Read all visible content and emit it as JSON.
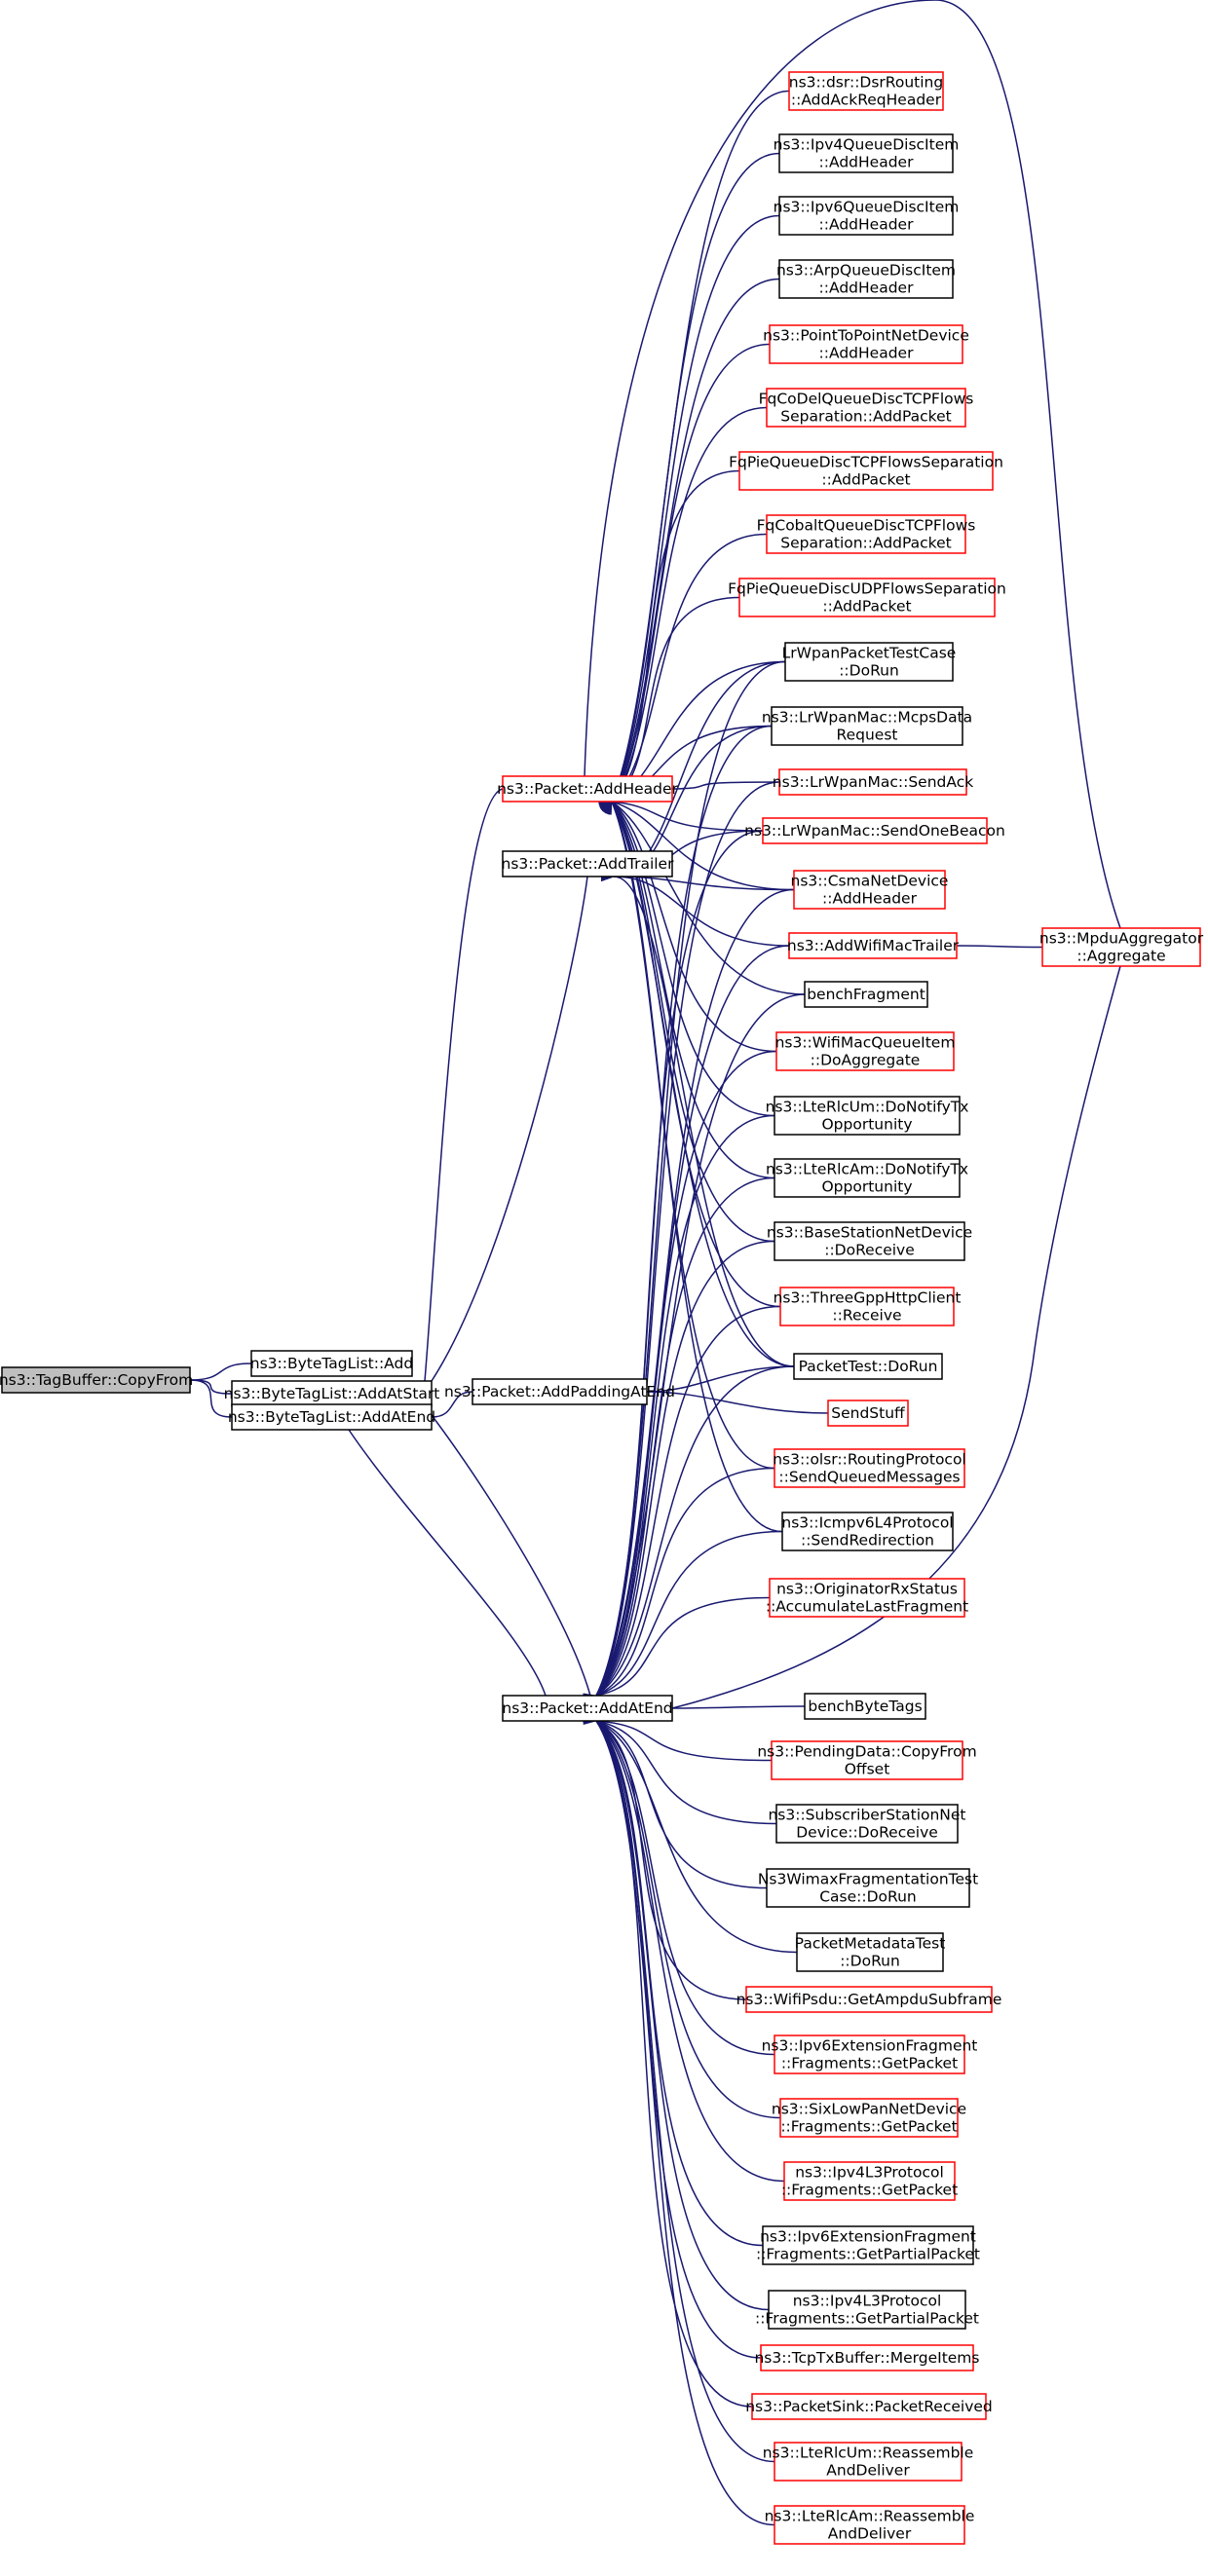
{
  "colors": {
    "edge": "#191970",
    "root_fill": "#bfbfbf",
    "black_border": "#000000",
    "red_border": "#ff0000"
  },
  "nodes": [
    {
      "id": "copyfrom",
      "lines": [
        "ns3::TagBuffer::CopyFrom"
      ],
      "border": "root"
    },
    {
      "id": "btl_add",
      "lines": [
        "ns3::ByteTagList::Add"
      ],
      "border": "black"
    },
    {
      "id": "btl_addatstart",
      "lines": [
        "ns3::ByteTagList::AddAtStart"
      ],
      "border": "black"
    },
    {
      "id": "btl_addatend",
      "lines": [
        "ns3::ByteTagList::AddAtEnd"
      ],
      "border": "black"
    },
    {
      "id": "pkt_addheader",
      "lines": [
        "ns3::Packet::AddHeader"
      ],
      "border": "red"
    },
    {
      "id": "pkt_addtrailer",
      "lines": [
        "ns3::Packet::AddTrailer"
      ],
      "border": "black"
    },
    {
      "id": "pkt_addpadding",
      "lines": [
        "ns3::Packet::AddPaddingAtEnd"
      ],
      "border": "black"
    },
    {
      "id": "pkt_addatend",
      "lines": [
        "ns3::Packet::AddAtEnd"
      ],
      "border": "black"
    },
    {
      "id": "dsr",
      "lines": [
        "ns3::dsr::DsrRouting",
        "::AddAckReqHeader"
      ],
      "border": "red"
    },
    {
      "id": "ipv4qdi",
      "lines": [
        "ns3::Ipv4QueueDiscItem",
        "::AddHeader"
      ],
      "border": "black"
    },
    {
      "id": "ipv6qdi",
      "lines": [
        "ns3::Ipv6QueueDiscItem",
        "::AddHeader"
      ],
      "border": "black"
    },
    {
      "id": "arpqdi",
      "lines": [
        "ns3::ArpQueueDiscItem",
        "::AddHeader"
      ],
      "border": "black"
    },
    {
      "id": "p2p",
      "lines": [
        "ns3::PointToPointNetDevice",
        "::AddHeader"
      ],
      "border": "red"
    },
    {
      "id": "fqcodel",
      "lines": [
        "FqCoDelQueueDiscTCPFlows",
        "Separation::AddPacket"
      ],
      "border": "red"
    },
    {
      "id": "fqpie",
      "lines": [
        "FqPieQueueDiscTCPFlowsSeparation",
        "::AddPacket"
      ],
      "border": "red"
    },
    {
      "id": "fqcobalt",
      "lines": [
        "FqCobaltQueueDiscTCPFlows",
        "Separation::AddPacket"
      ],
      "border": "red"
    },
    {
      "id": "fqpieudp",
      "lines": [
        "FqPieQueueDiscUDPFlowsSeparation",
        "::AddPacket"
      ],
      "border": "red"
    },
    {
      "id": "lrwpantest",
      "lines": [
        "LrWpanPacketTestCase",
        "::DoRun"
      ],
      "border": "black"
    },
    {
      "id": "mcps",
      "lines": [
        "ns3::LrWpanMac::McpsData",
        "Request"
      ],
      "border": "black"
    },
    {
      "id": "sendack",
      "lines": [
        "ns3::LrWpanMac::SendAck"
      ],
      "border": "red"
    },
    {
      "id": "sendbeacon",
      "lines": [
        "ns3::LrWpanMac::SendOneBeacon"
      ],
      "border": "red"
    },
    {
      "id": "csma",
      "lines": [
        "ns3::CsmaNetDevice",
        "::AddHeader"
      ],
      "border": "red"
    },
    {
      "id": "addwifitrailer",
      "lines": [
        "ns3::AddWifiMacTrailer"
      ],
      "border": "red"
    },
    {
      "id": "mpdu",
      "lines": [
        "ns3::MpduAggregator",
        "::Aggregate"
      ],
      "border": "red"
    },
    {
      "id": "benchfrag",
      "lines": [
        "benchFragment"
      ],
      "border": "black"
    },
    {
      "id": "wifimacqi",
      "lines": [
        "ns3::WifiMacQueueItem",
        "::DoAggregate"
      ],
      "border": "red"
    },
    {
      "id": "rlcum_tx",
      "lines": [
        "ns3::LteRlcUm::DoNotifyTx",
        "Opportunity"
      ],
      "border": "black"
    },
    {
      "id": "rlcam_tx",
      "lines": [
        "ns3::LteRlcAm::DoNotifyTx",
        "Opportunity"
      ],
      "border": "black"
    },
    {
      "id": "bsnd",
      "lines": [
        "ns3::BaseStationNetDevice",
        "::DoReceive"
      ],
      "border": "black"
    },
    {
      "id": "http",
      "lines": [
        "ns3::ThreeGppHttpClient",
        "::Receive"
      ],
      "border": "red"
    },
    {
      "id": "pkttest",
      "lines": [
        "PacketTest::DoRun"
      ],
      "border": "black"
    },
    {
      "id": "sendstuff",
      "lines": [
        "SendStuff"
      ],
      "border": "red"
    },
    {
      "id": "olsr",
      "lines": [
        "ns3::olsr::RoutingProtocol",
        "::SendQueuedMessages"
      ],
      "border": "red"
    },
    {
      "id": "icmpv6",
      "lines": [
        "ns3::Icmpv6L4Protocol",
        "::SendRedirection"
      ],
      "border": "black"
    },
    {
      "id": "origrx",
      "lines": [
        "ns3::OriginatorRxStatus",
        "::AccumulateLastFragment"
      ],
      "border": "red"
    },
    {
      "id": "benchbyte",
      "lines": [
        "benchByteTags"
      ],
      "border": "black"
    },
    {
      "id": "pending",
      "lines": [
        "ns3::PendingData::CopyFrom",
        "Offset"
      ],
      "border": "red"
    },
    {
      "id": "ssnd",
      "lines": [
        "ns3::SubscriberStationNet",
        "Device::DoReceive"
      ],
      "border": "black"
    },
    {
      "id": "wimaxfrag",
      "lines": [
        "Ns3WimaxFragmentationTest",
        "Case::DoRun"
      ],
      "border": "black"
    },
    {
      "id": "pktmeta",
      "lines": [
        "PacketMetadataTest",
        "::DoRun"
      ],
      "border": "black"
    },
    {
      "id": "ampdu",
      "lines": [
        "ns3::WifiPsdu::GetAmpduSubframe"
      ],
      "border": "red"
    },
    {
      "id": "ipv6frag",
      "lines": [
        "ns3::Ipv6ExtensionFragment",
        "::Fragments::GetPacket"
      ],
      "border": "red"
    },
    {
      "id": "sixlow",
      "lines": [
        "ns3::SixLowPanNetDevice",
        "::Fragments::GetPacket"
      ],
      "border": "red"
    },
    {
      "id": "ipv4frag",
      "lines": [
        "ns3::Ipv4L3Protocol",
        "::Fragments::GetPacket"
      ],
      "border": "red"
    },
    {
      "id": "ipv6partial",
      "lines": [
        "ns3::Ipv6ExtensionFragment",
        "::Fragments::GetPartialPacket"
      ],
      "border": "black"
    },
    {
      "id": "ipv4partial",
      "lines": [
        "ns3::Ipv4L3Protocol",
        "::Fragments::GetPartialPacket"
      ],
      "border": "black"
    },
    {
      "id": "tcptx",
      "lines": [
        "ns3::TcpTxBuffer::MergeItems"
      ],
      "border": "red"
    },
    {
      "id": "pktsink",
      "lines": [
        "ns3::PacketSink::PacketReceived"
      ],
      "border": "red"
    },
    {
      "id": "rlcum_re",
      "lines": [
        "ns3::LteRlcUm::Reassemble",
        "AndDeliver"
      ],
      "border": "red"
    },
    {
      "id": "rlcam_re",
      "lines": [
        "ns3::LteRlcAm::Reassemble",
        "AndDeliver"
      ],
      "border": "red"
    }
  ]
}
